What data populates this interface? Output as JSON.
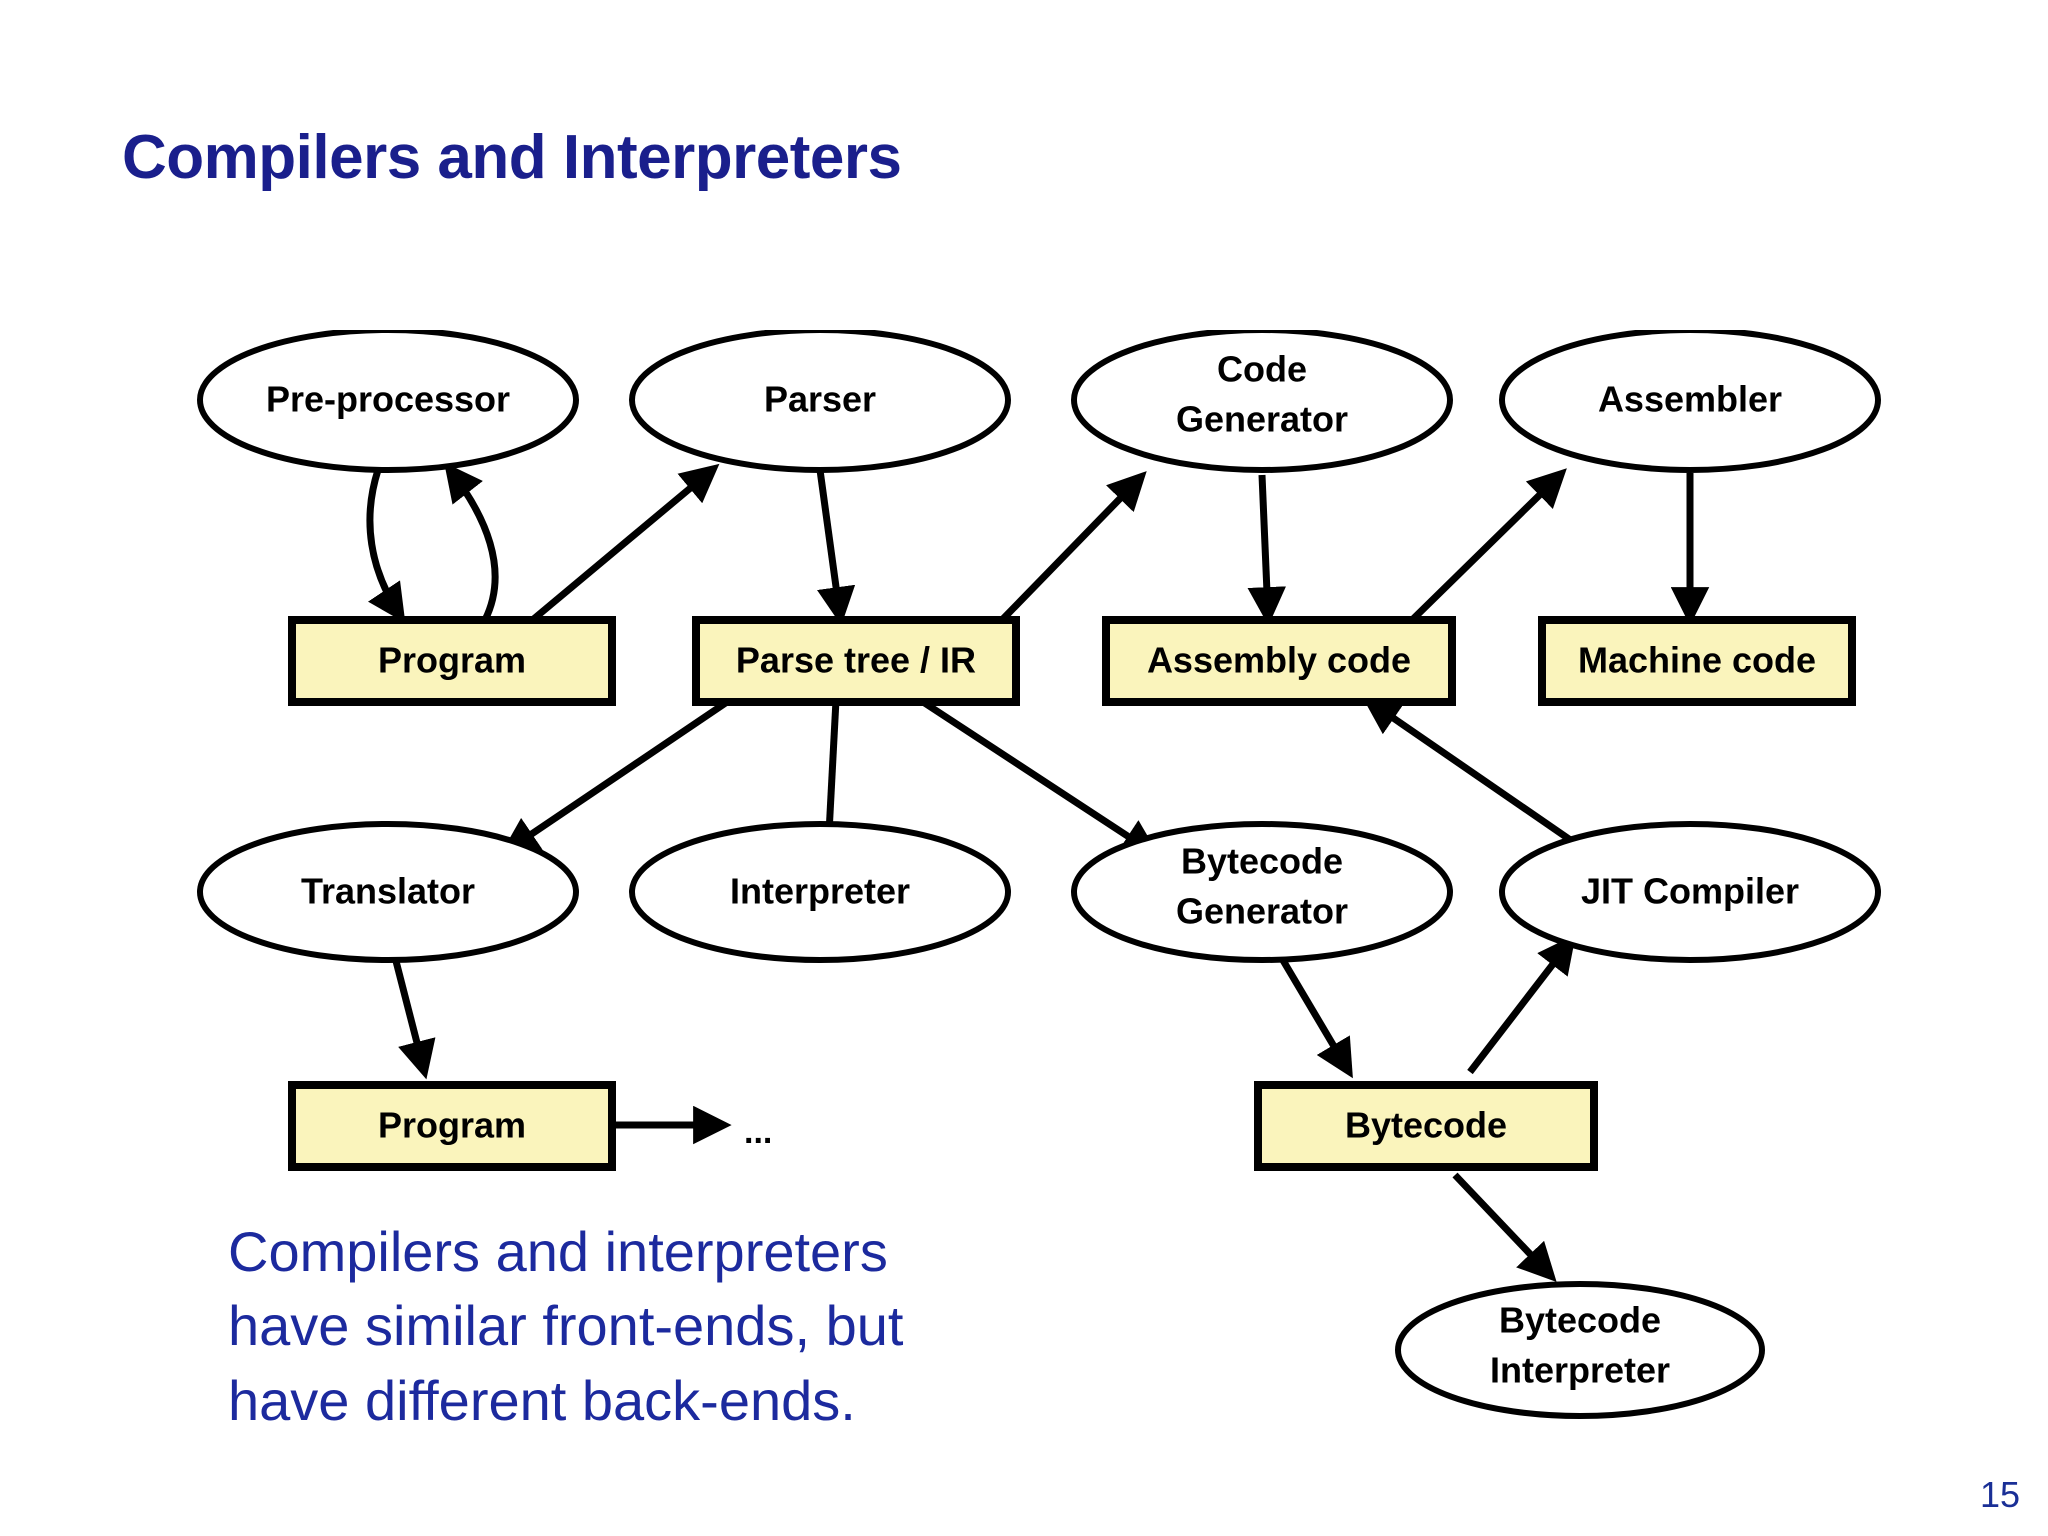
{
  "slide": {
    "title": "Compilers and Interpreters",
    "page_number": "15",
    "title_color": "#1a1f8c",
    "caption_color": "#1c2a9e",
    "box_fill_color": "#faf4bc",
    "ellipse_fill_color": "#ffffff",
    "stroke_color": "#000000",
    "background_color": "#ffffff"
  },
  "caption": {
    "line1": "Compilers and interpreters",
    "line2": "have similar front-ends, but",
    "line3": "have different back-ends."
  },
  "diagram": {
    "ellipses": {
      "preprocessor": "Pre-processor",
      "parser": "Parser",
      "code_generator_line1": "Code",
      "code_generator_line2": "Generator",
      "assembler": "Assembler",
      "translator": "Translator",
      "interpreter": "Interpreter",
      "bytecode_generator_line1": "Bytecode",
      "bytecode_generator_line2": "Generator",
      "jit_compiler": "JIT Compiler",
      "bytecode_interpreter_line1": "Bytecode",
      "bytecode_interpreter_line2": "Interpreter"
    },
    "boxes": {
      "program_top": "Program",
      "parse_tree_ir": "Parse tree / IR",
      "assembly_code": "Assembly code",
      "machine_code": "Machine code",
      "program_bottom": "Program",
      "bytecode": "Bytecode"
    },
    "misc": {
      "ellipsis": "..."
    }
  }
}
